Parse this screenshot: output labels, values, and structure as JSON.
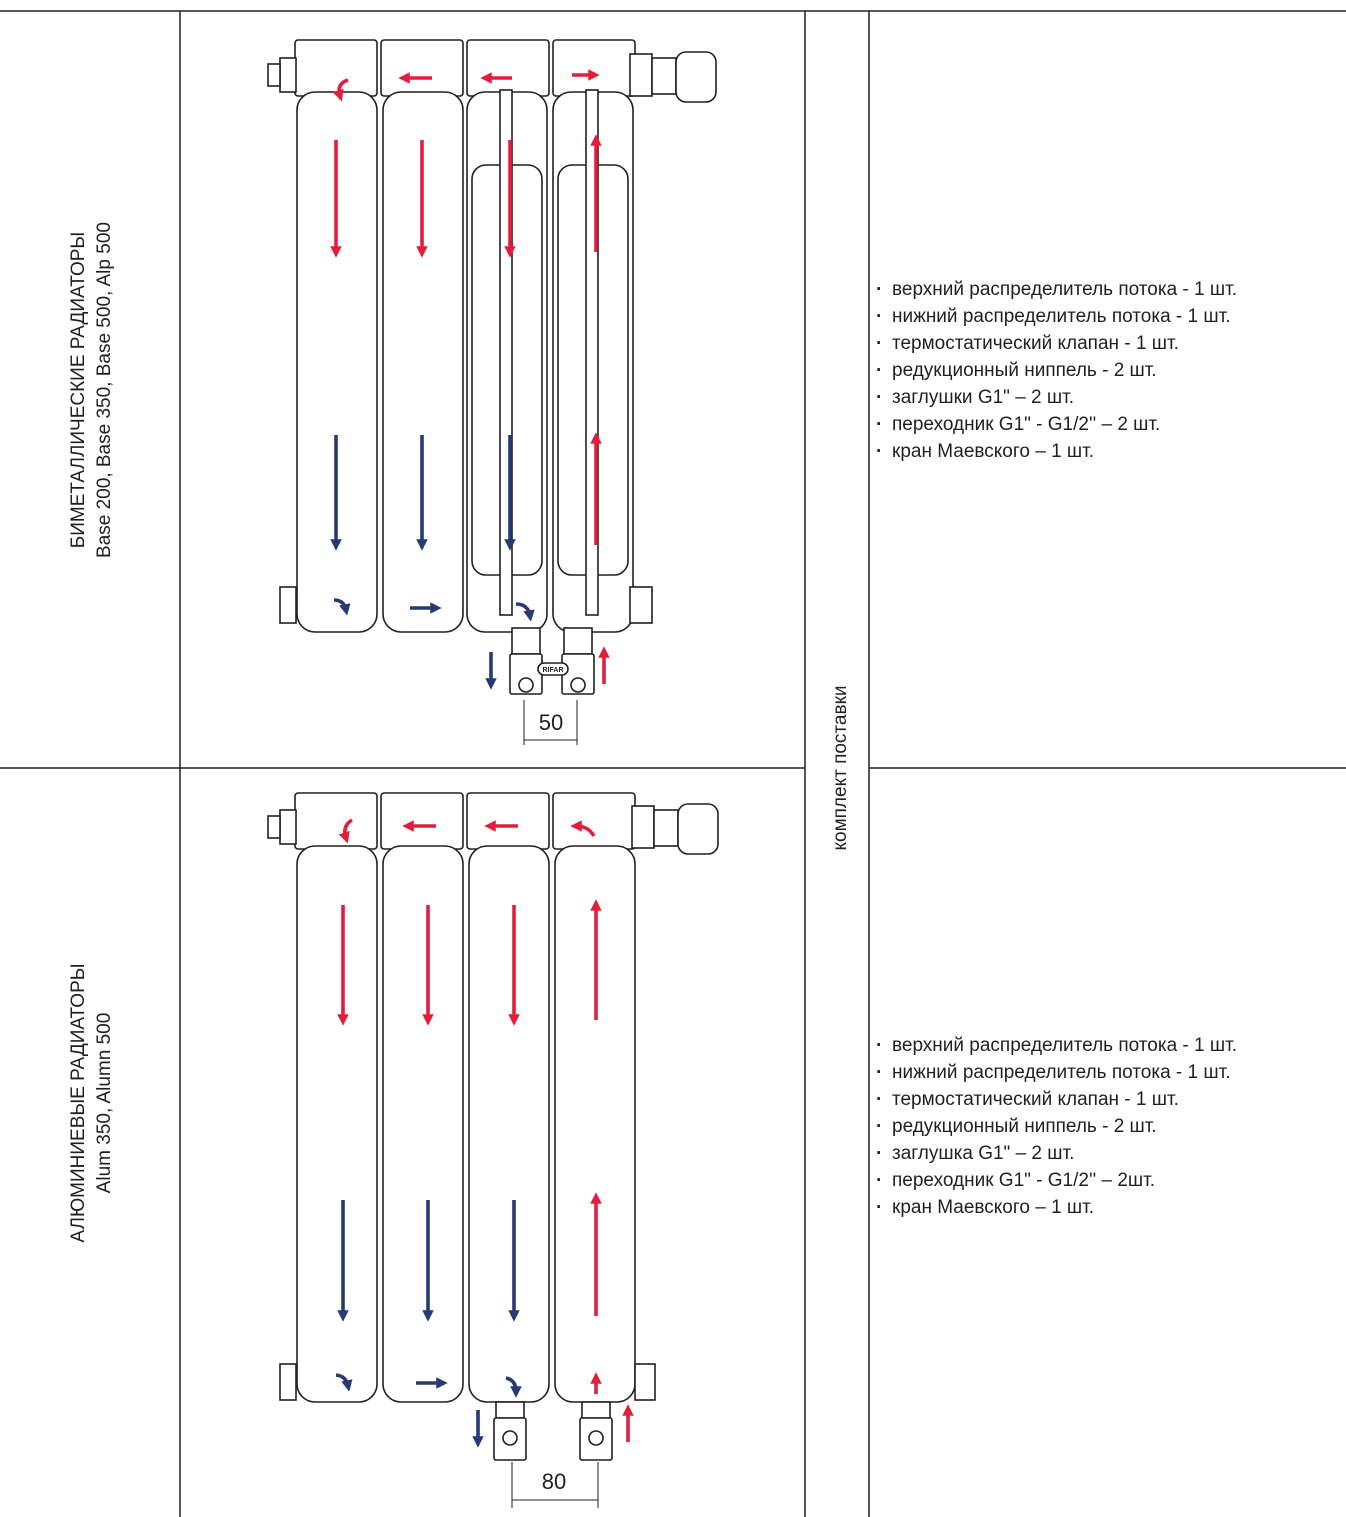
{
  "section1": {
    "category": "БИМЕТАЛЛИЧЕСКИЕ РАДИАТОРЫ",
    "models": "Base 200, Base 350, Base 500, Alp 500",
    "dimension": "50",
    "kit": [
      "верхний распределитель потока - 1 шт.",
      "нижний распределитель потока - 1 шт.",
      "термостатический клапан - 1 шт.",
      "редукционный ниппель - 2 шт.",
      "заглушки G1\" – 2 шт.",
      "переходник G1\" - G1/2'' – 2 шт.",
      "кран Маевского – 1 шт."
    ],
    "valve_badge": "RIFAR"
  },
  "section2": {
    "category": "АЛЮМИНИЕВЫЕ РАДИАТОРЫ",
    "models": "Alum 350, Alumn 500",
    "dimension": "80",
    "kit": [
      "верхний распределитель потока - 1 шт.",
      "нижний распределитель потока - 1 шт.",
      "термостатический клапан - 1 шт.",
      "редукционный ниппель - 2 шт.",
      "заглушка G1\" – 2 шт.",
      "переходник G1\" - G1/2'' – 2шт.",
      "кран Маевского – 1 шт."
    ]
  },
  "kit_header": "комплект поставки",
  "colors": {
    "hot_flow": "#e31e3c",
    "cold_flow": "#263a74",
    "line": "#231f20"
  }
}
